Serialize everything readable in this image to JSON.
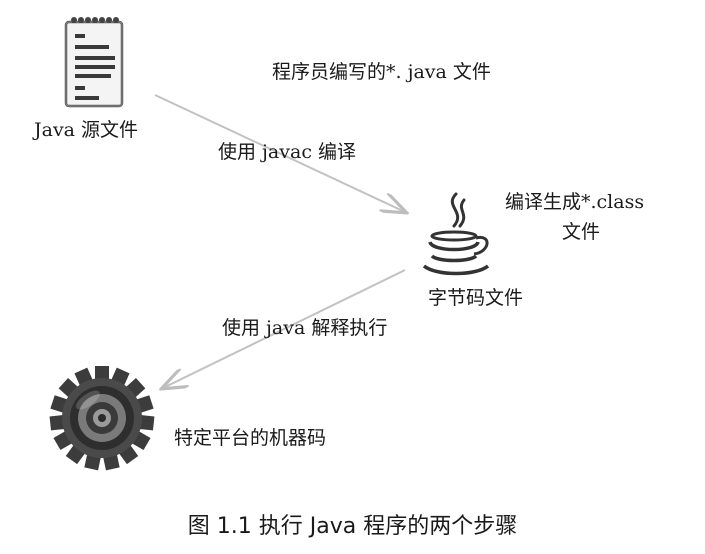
{
  "diagram": {
    "source_label": "Java 源文件",
    "source_note": "程序员编写的*. java 文件",
    "compile_label": "使用 javac 编译",
    "generate_label_line1": "编译生成*.class",
    "generate_label_line2": "文件",
    "bytecode_label": "字节码文件",
    "interpret_label": "使用 java 解释执行",
    "machine_label": "特定平台的机器码"
  },
  "caption": "图 1.1    执行 Java 程序的两个步骤",
  "icons": {
    "source": "document-icon",
    "bytecode": "java-coffee-icon",
    "machine": "gear-icon"
  }
}
